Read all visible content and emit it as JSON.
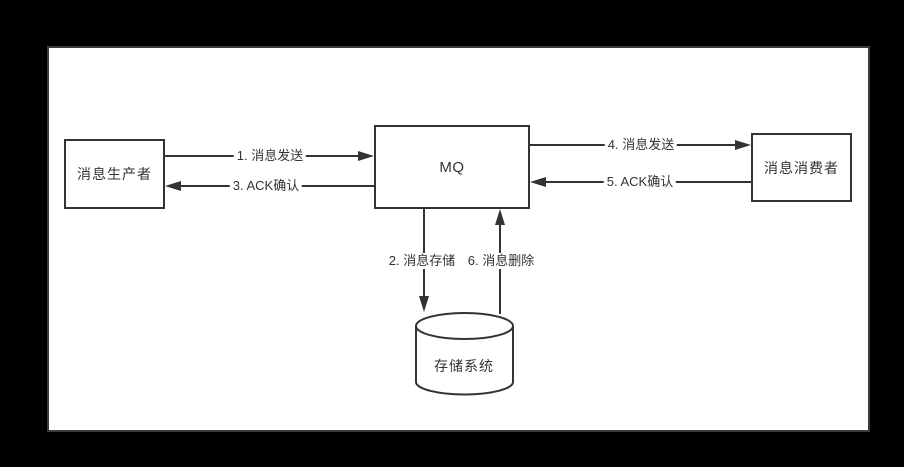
{
  "diagram": {
    "colors": {
      "page_background": "#000000",
      "canvas_background": "#ffffff",
      "stroke": "#333333",
      "text": "#333333"
    },
    "nodes": {
      "producer": {
        "label": "消息生产者",
        "shape": "rect"
      },
      "mq": {
        "label": "MQ",
        "shape": "rect"
      },
      "consumer": {
        "label": "消息消费者",
        "shape": "rect"
      },
      "storage": {
        "label": "存储系统",
        "shape": "cylinder"
      }
    },
    "edges": [
      {
        "label": "1. 消息发送",
        "from": "producer",
        "to": "mq",
        "direction": "right"
      },
      {
        "label": "2. 消息存储",
        "from": "mq",
        "to": "storage",
        "direction": "down"
      },
      {
        "label": "3. ACK确认",
        "from": "mq",
        "to": "producer",
        "direction": "left"
      },
      {
        "label": "4. 消息发送",
        "from": "mq",
        "to": "consumer",
        "direction": "right"
      },
      {
        "label": "5. ACK确认",
        "from": "consumer",
        "to": "mq",
        "direction": "left"
      },
      {
        "label": "6. 消息删除",
        "from": "storage",
        "to": "mq",
        "direction": "up"
      }
    ]
  }
}
